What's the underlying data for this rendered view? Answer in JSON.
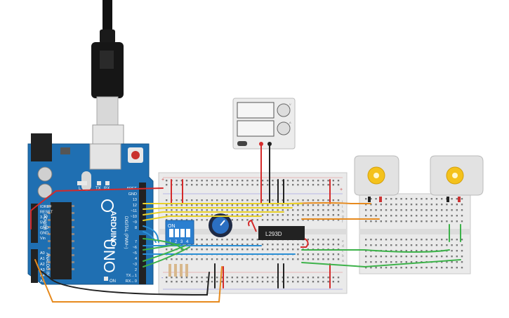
{
  "arduino": {
    "brand": "ARDUINO",
    "model": "UNO",
    "header_top": [
      "AREF",
      "GND",
      "13",
      "12",
      "~11",
      "~10",
      "~9",
      "8"
    ],
    "header_mid": [
      "7",
      "~6",
      "~5",
      "4",
      "~3",
      "2",
      "TX→1",
      "RX←0"
    ],
    "digital_label": "DIGITAL (PWM~)",
    "power_labels": [
      "IOREF",
      "RESET",
      "3.3V",
      "5V",
      "GND",
      "GND",
      "Vin"
    ],
    "power_title": "POWER",
    "analog_labels": [
      "A0",
      "A1",
      "A2",
      "A3",
      "A4",
      "A5"
    ],
    "analog_title": "ANALOG IN",
    "led_l": "L",
    "led_tx": "TX",
    "led_rx": "RX",
    "led_on": "ON"
  },
  "power_supply": {
    "knob1_label": "V",
    "knob2_label": "A"
  },
  "dip_switch": {
    "on_label": "ON",
    "numbers": [
      "1",
      "2",
      "3",
      "4"
    ]
  },
  "driver_chip": {
    "label": "L293D"
  },
  "breadboard": {
    "row_letters": [
      "j",
      "i",
      "h",
      "g",
      "f",
      "e",
      "d",
      "c",
      "b",
      "a"
    ],
    "plus": "+",
    "minus": "-"
  },
  "colors": {
    "board": "#1f6fb2",
    "breadboard": "#eaeaea",
    "wire_red": "#d42a2a",
    "wire_black": "#222222",
    "wire_yellow": "#e8d12a",
    "wire_orange": "#e68a1e",
    "wire_blue": "#2b8fd6",
    "wire_green": "#3db24a",
    "motor_gear": "#f4c21c"
  }
}
